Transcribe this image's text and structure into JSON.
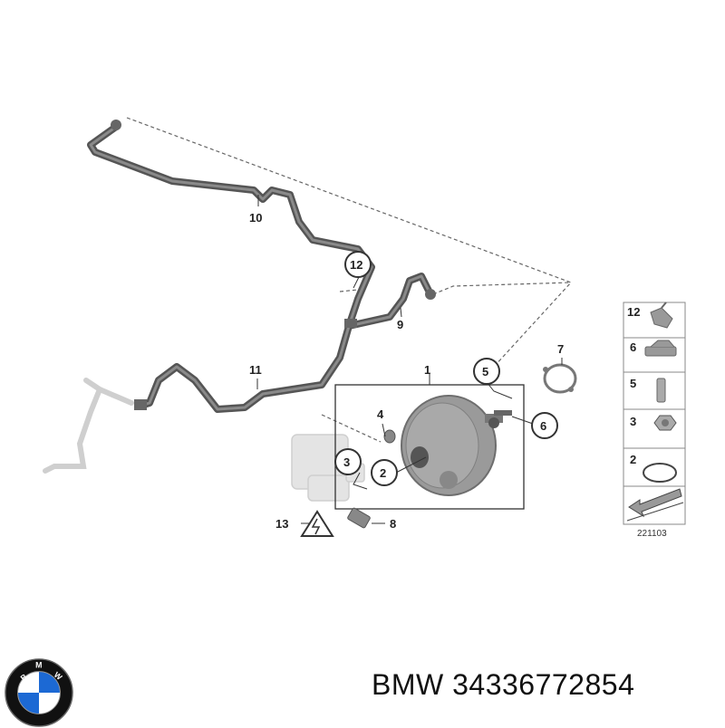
{
  "diagram": {
    "callouts": {
      "c1": "1",
      "c2": "2",
      "c3": "3",
      "c4": "4",
      "c5": "5",
      "c6": "6",
      "c7": "7",
      "c8": "8",
      "c9": "9",
      "c10": "10",
      "c11": "11",
      "c12": "12",
      "c13": "13"
    },
    "legend": {
      "rows": [
        "12",
        "6",
        "5",
        "3",
        "2"
      ],
      "reference": "221103"
    }
  },
  "logo": {
    "letters": "BMW"
  },
  "caption": {
    "brand": "BMW",
    "part_number": "34336772854"
  },
  "colors": {
    "line": "#555555",
    "part_fill": "#9a9a9a",
    "ghost": "#cfcfcf",
    "logo_blue": "#1c69d4",
    "logo_ring": "#111111"
  }
}
